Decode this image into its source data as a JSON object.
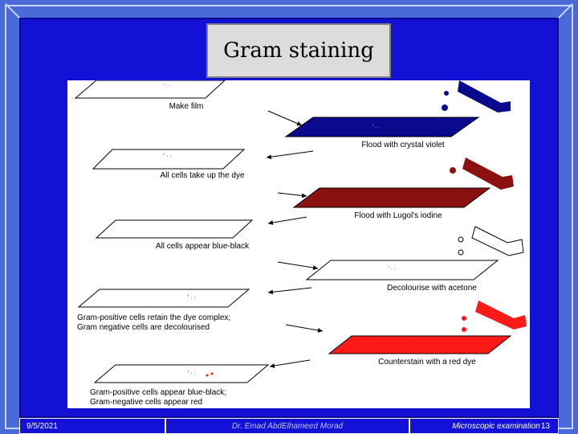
{
  "slide": {
    "title": "Gram staining",
    "colors": {
      "frame": "#4a6ad9",
      "stage": "#1411d6",
      "crystal_violet": "#0a0a8c",
      "iodine": "#8b1010",
      "red_dye": "#ff1a1a"
    }
  },
  "figure": {
    "steps_left": [
      {
        "label": "Make film"
      },
      {
        "label": "All cells take up the dye"
      },
      {
        "label": "All cells appear blue-black"
      },
      {
        "label_line1": "Gram-positive cells retain the dye complex;",
        "label_line2": "Gram negative cells are decolourised"
      },
      {
        "label_line1": "Gram-positive cells appear blue-black;",
        "label_line2": "Gram-negative cells appear red"
      }
    ],
    "steps_right": [
      {
        "label": "Flood with crystal violet"
      },
      {
        "label": "Flood with Lugol's iodine"
      },
      {
        "label": "Decolourise with acetone"
      },
      {
        "label": "Counterstain with a red dye"
      }
    ]
  },
  "footer": {
    "date": "9/5/2021",
    "author": "Dr. Emad AbdElhameed Morad",
    "topic": "Microscopic examination",
    "page": "13"
  }
}
